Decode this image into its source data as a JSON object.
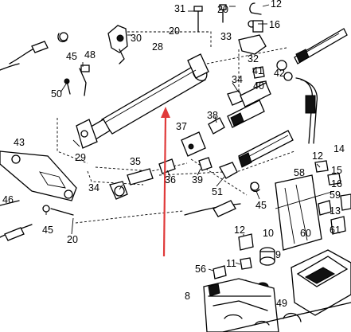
{
  "labels": {
    "l30": "30",
    "l31": "31",
    "l20a": "20",
    "l20b": "20",
    "l12a": "12",
    "l16a": "16",
    "l33": "33",
    "l28": "28",
    "l45a": "45",
    "l48": "48",
    "l32": "32",
    "l50": "50",
    "l41": "41",
    "l42": "42",
    "l40": "40",
    "l34a": "34",
    "l38": "38",
    "l37": "37",
    "l43": "43",
    "l29": "29",
    "l35": "35",
    "l36": "36",
    "l39": "39",
    "l14": "14",
    "l12b": "12",
    "l15": "15",
    "l58": "58",
    "l16b": "16",
    "l59": "59",
    "l34b": "34",
    "l51": "51",
    "l45b": "45",
    "l46": "46",
    "l45c": "45",
    "l20c": "20",
    "l13": "13",
    "l61": "61",
    "l60": "60",
    "l12c": "12",
    "l10": "10",
    "l9": "9",
    "l56": "56",
    "l11": "11",
    "l8": "8",
    "l49": "49"
  },
  "colors": {
    "line": "#000000",
    "arrow": "#e03a3a",
    "background": "#ffffff"
  }
}
